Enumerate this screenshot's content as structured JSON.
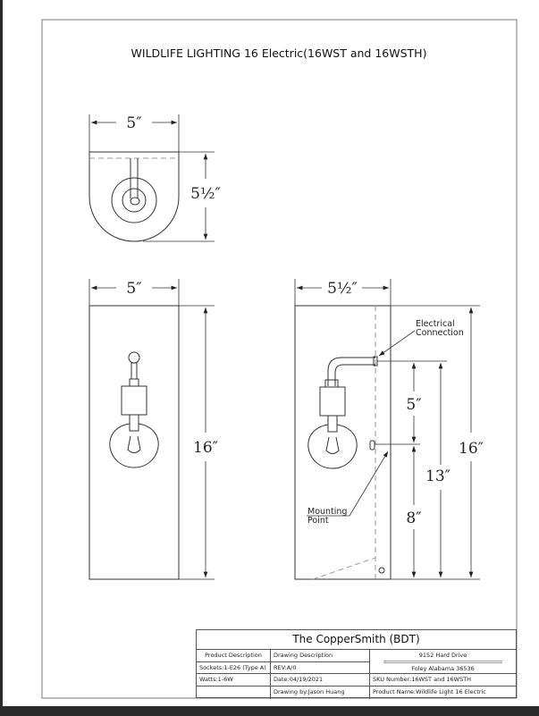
{
  "drawing": {
    "title": "WILDLIFE LIGHTING 16 Electric(16WST and 16WSTH)",
    "top_view": {
      "width_label": "5″",
      "depth_label": "5½″"
    },
    "front_view": {
      "width_label": "5″",
      "height_label": "16″"
    },
    "side_view": {
      "width_label": "5½″",
      "height_label": "16″",
      "connection_height_label": "13″",
      "arm_offset_label": "5″",
      "mount_height_label": "8″",
      "electrical_note_line1": "Electrical",
      "electrical_note_line2": "Connection",
      "mounting_note_line1": "Mounting",
      "mounting_note_line2": "Point"
    }
  },
  "title_block": {
    "company": "The CopperSmith (BDT)",
    "product_description_header": "Product Description",
    "drawing_description_header": "Drawing Description",
    "address_line1": "9152 Hard Drive",
    "address_line2": "Foley Alabama 36536",
    "sockets": "Sockets:1-E26 (Type A)",
    "rev": "REV:A/0",
    "watts": "Watts:1-6W",
    "date": "Date:04/19/2021",
    "sku": "SKU Number:16WST and 16WSTH",
    "drawn_by": "Drawing by:Jason Huang",
    "product_name": "Product Name:Wildlife Light 16 Electric"
  }
}
